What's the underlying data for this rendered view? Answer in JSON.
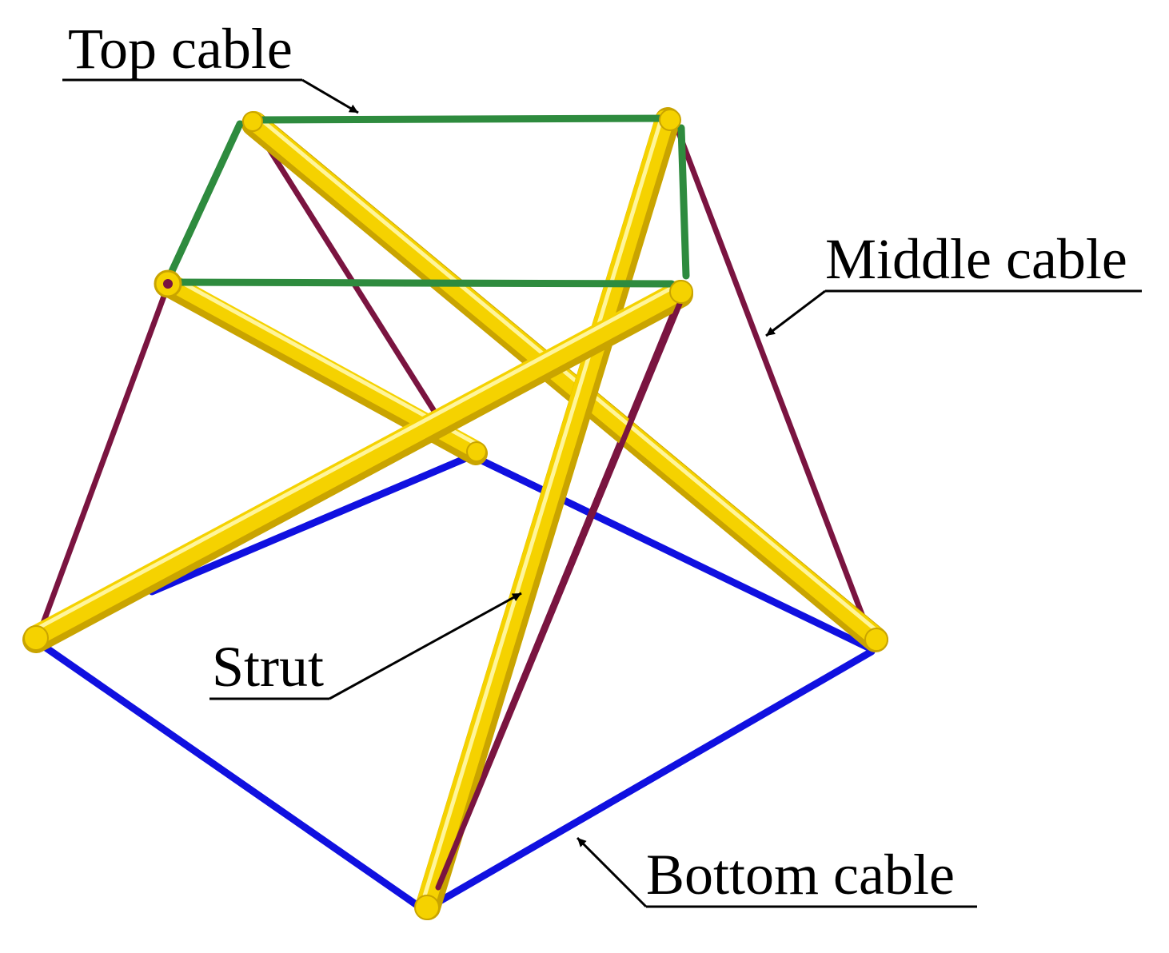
{
  "labels": {
    "top_cable": "Top cable",
    "middle_cable": "Middle cable",
    "strut": "Strut",
    "bottom_cable": "Bottom cable"
  },
  "colors": {
    "background": "#ffffff",
    "top_cable": "#2e8b3e",
    "middle_cable": "#7a1440",
    "bottom_cable": "#1010e0",
    "strut": "#f5d200",
    "strut_highlight": "#fff59a",
    "strut_shadow": "#c9a400",
    "leader_line": "#000000"
  },
  "structure": {
    "name": "tensegrity prism",
    "strut_count": 4,
    "top_cable_count": 4,
    "middle_cable_count": 4,
    "bottom_cable_count": 4
  }
}
